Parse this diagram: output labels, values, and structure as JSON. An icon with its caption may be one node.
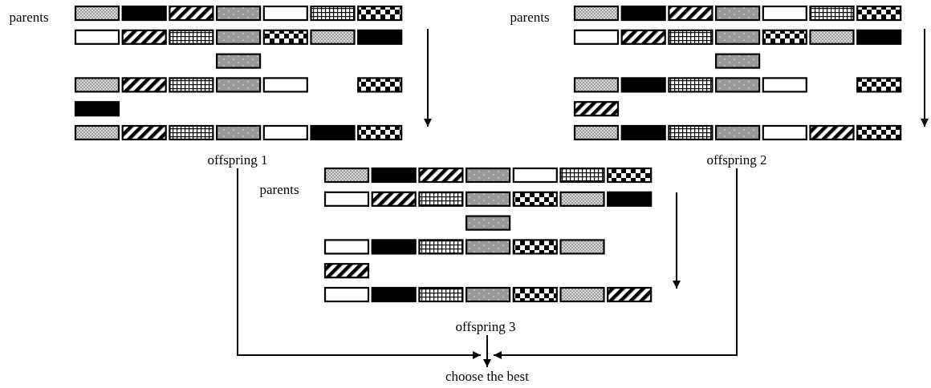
{
  "diagram": {
    "nodes": [
      {
        "text": [
          "offspring 1"
        ]
      },
      {
        "text": [
          "offspring 2"
        ]
      },
      {
        "text": [
          "offspring 3"
        ]
      },
      {
        "text": [
          "choose the best"
        ]
      }
    ],
    "edges": [
      {
        "from": 0,
        "to": 3,
        "arrow": "to"
      },
      {
        "from": 1,
        "to": 3,
        "arrow": "to"
      },
      {
        "from": 2,
        "to": 3,
        "arrow": "to"
      }
    ],
    "labels": [
      "parents",
      "parents",
      "parents"
    ]
  }
}
